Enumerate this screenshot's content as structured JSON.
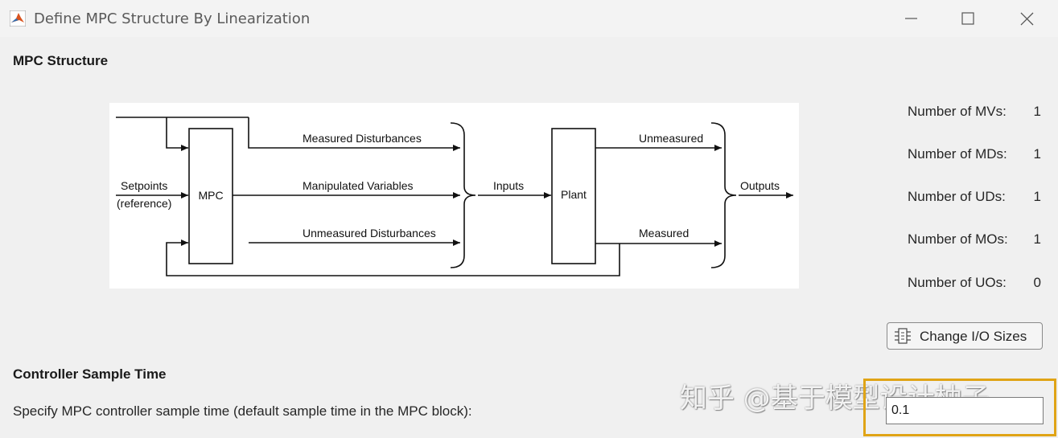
{
  "window": {
    "title": "Define MPC Structure By Linearization",
    "controls": [
      "minimize-icon",
      "maximize-icon",
      "close-icon"
    ]
  },
  "mpc_structure": {
    "heading": "MPC Structure",
    "diagram": {
      "setpoints": "Setpoints",
      "reference": "(reference)",
      "mpc": "MPC",
      "measured_disturbances": "Measured Disturbances",
      "manipulated_variables": "Manipulated Variables",
      "unmeasured_disturbances": "Unmeasured Disturbances",
      "inputs": "Inputs",
      "plant": "Plant",
      "unmeasured": "Unmeasured",
      "measured": "Measured",
      "outputs": "Outputs"
    },
    "counts": [
      {
        "label": "Number of MVs:",
        "value": "1"
      },
      {
        "label": "Number of MDs:",
        "value": "1"
      },
      {
        "label": "Number of UDs:",
        "value": "1"
      },
      {
        "label": "Number of MOs:",
        "value": "1"
      },
      {
        "label": "Number of UOs:",
        "value": "0"
      }
    ],
    "change_button": {
      "label": "Change I/O Sizes",
      "icon": "io-sizes-icon"
    }
  },
  "sample_time": {
    "heading": "Controller Sample Time",
    "instruction": "Specify MPC controller sample time (default sample time in the MPC block):",
    "value": "0.1"
  },
  "watermark": "知乎 @基于模型设计柚子",
  "colors": {
    "highlight": "#e0a416",
    "matlab_orange": "#d9531e"
  }
}
